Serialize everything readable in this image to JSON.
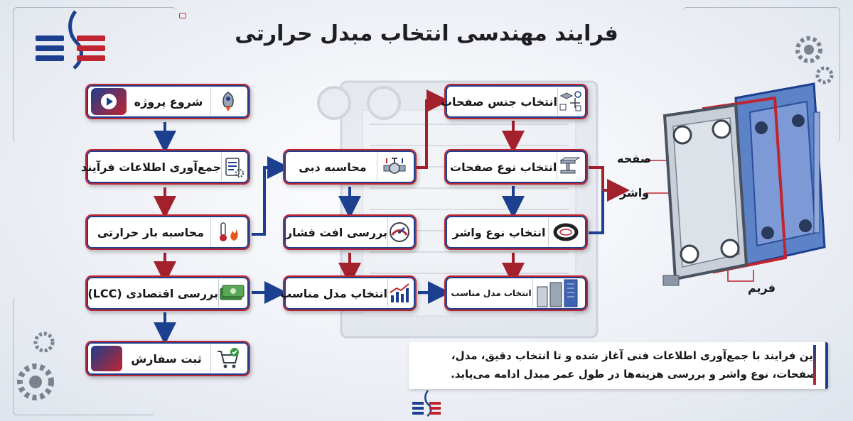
{
  "title": "فرایند مهندسی انتخاب مبدل حرارتی",
  "flow": {
    "start": "شروع پروژه",
    "collect": "جمع‌آوری اطلاعات فرآیند",
    "heat_load": "محاسبه بار حرارتی",
    "lcc": "بررسی اقتصادی (LCC)",
    "order": "ثبت سفارش",
    "flow_rate": "محاسبه دبی",
    "pressure_drop": "بررسی افت فشار",
    "model": "انتخاب مدل مناسب",
    "plate_material": "انتخاب جنس صفحات",
    "plate_type": "انتخاب نوع صفحات",
    "gasket_type": "انتخاب نوع واشر",
    "model2": "انتخاب مدل مناسب"
  },
  "parts": {
    "plate": "صفحه",
    "gasket": "واشر",
    "frame": "فریم"
  },
  "note": "این  فرایند   با  جمع‌آوری اطلاعات فنی آغاز شده و تا انتخاب دقیق، مدل، صفحات، نوع واشر و بررسی هزینه‌ها در طول عمر مبدل ادامه می‌یابد.",
  "colors": {
    "red": "#c0242f",
    "blue": "#1d3f8f"
  }
}
